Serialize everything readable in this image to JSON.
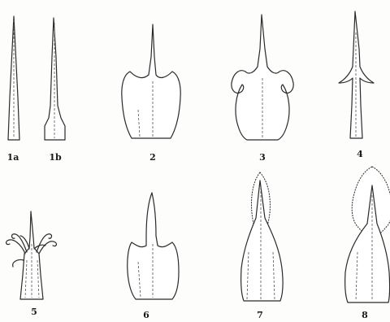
{
  "figures": [
    {
      "key": "1a",
      "label": "1a"
    },
    {
      "key": "1b",
      "label": "1b"
    },
    {
      "key": "2",
      "label": "2"
    },
    {
      "key": "3",
      "label": "3"
    },
    {
      "key": "4",
      "label": "4"
    },
    {
      "key": "5",
      "label": "5"
    },
    {
      "key": "6",
      "label": "6"
    },
    {
      "key": "7",
      "label": "7"
    },
    {
      "key": "8",
      "label": "8"
    }
  ]
}
